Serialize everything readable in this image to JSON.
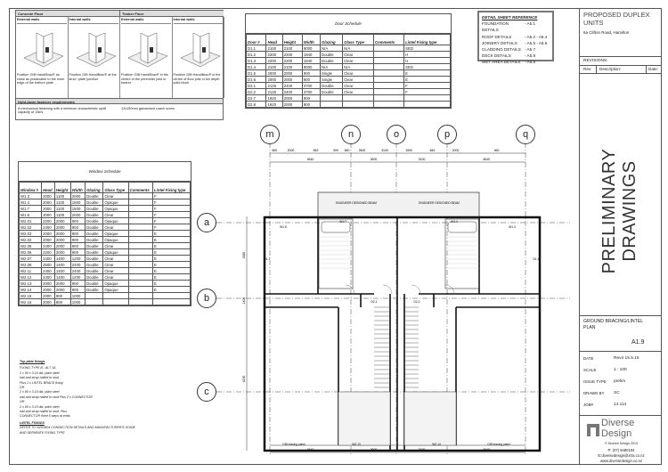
{
  "details": {
    "concrete_floor": "Concrete Floor",
    "timber_floor": "Timber Floor",
    "cols": [
      "External walls",
      "Internal walls",
      "External walls",
      "Internal walls"
    ],
    "captions": [
      "Position GIB HandiBrac® as close as practicable to the inner edge of the bottom plate",
      "Position GIB HandiBrac® at the stud / plate junction",
      "Position GIB HandiBrac® in the centre of the perimeter joist or bearer",
      "Position GIB HandiBrac® in the centre of floor joist or full depth solid block"
    ],
    "holddown_title": "Hold-down fastener requirements",
    "holddown_left": "A mechanical fastening with a minimum characteristic uplift capacity of 15kN.",
    "holddown_right": "12x150mm galvanised coach screw"
  },
  "door_schedule": {
    "title": "Door Schedule",
    "headers": [
      "Door #",
      "Head",
      "Height",
      "Width",
      "Glazing",
      "Glass Type",
      "Comments",
      "Lintel Fixing type"
    ],
    "rows": [
      [
        "D1.1",
        "2100",
        "2100",
        "9000",
        "N/A",
        "N/A",
        "",
        "SED"
      ],
      [
        "D1.2",
        "2200",
        "2200",
        "1840",
        "Double",
        "Clear",
        "",
        "H"
      ],
      [
        "D1.3",
        "2200",
        "2200",
        "1840",
        "Double",
        "Clear",
        "",
        "H"
      ],
      [
        "D1.4",
        "2100",
        "2100",
        "9000",
        "N/A",
        "N/A",
        "",
        "SED"
      ],
      [
        "D1.5",
        "2000",
        "2000",
        "900",
        "Single",
        "Clear",
        "",
        "E"
      ],
      [
        "D1.6",
        "2000",
        "2000",
        "900",
        "Single",
        "Clear",
        "",
        "E"
      ],
      [
        "D2.1",
        "2125",
        "2400",
        "3700",
        "Double",
        "Clear",
        "",
        "F"
      ],
      [
        "D2.2",
        "2125",
        "2400",
        "3700",
        "Double",
        "Clear",
        "",
        "F"
      ],
      [
        "D2.7",
        "1920",
        "2000",
        "900",
        "",
        "",
        "",
        ""
      ],
      [
        "D2.8",
        "1920",
        "2000",
        "900",
        "",
        "",
        "",
        ""
      ]
    ]
  },
  "detail_reference": {
    "title": "DETAIL SHEET REFERENCE",
    "items": [
      [
        "FOUNDATION DETAILS",
        "- A5.1"
      ],
      [
        "ROOF DETAILS",
        "- A5.2 - A5.4"
      ],
      [
        "JOINERY DETAILS",
        "- A5.5 - A5.6"
      ],
      [
        "CLADDING DETAILS",
        "- A5.7"
      ],
      [
        "DECK DETAILS",
        "- A5.8"
      ],
      [
        "WET AREA DETAILS",
        "- A5.8"
      ]
    ]
  },
  "window_schedule": {
    "title": "Window Schedule",
    "headers": [
      "Window #",
      "Head",
      "Height",
      "Width",
      "Glazing",
      "Glass Type",
      "Comments",
      "Lintel Fixing type"
    ],
    "rows": [
      [
        "W1.3",
        "2000",
        "1100",
        "2000",
        "Double",
        "Clear",
        "",
        "F"
      ],
      [
        "W1.4",
        "2000",
        "1100",
        "1500",
        "Double",
        "Opaque",
        "",
        "F"
      ],
      [
        "W1.7",
        "2000",
        "1100",
        "1500",
        "Double",
        "Opaque",
        "",
        "F"
      ],
      [
        "W1.8",
        "2000",
        "1100",
        "2000",
        "Double",
        "Clear",
        "",
        "F"
      ],
      [
        "W2.01",
        "2200",
        "2000",
        "900",
        "Double",
        "Opaque",
        "",
        "F"
      ],
      [
        "W2.02",
        "2400",
        "2000",
        "900",
        "Double",
        "Clear",
        "",
        "F"
      ],
      [
        "W2.03",
        "2000",
        "2000",
        "900",
        "Double",
        "Opaque",
        "",
        "E"
      ],
      [
        "W2.04",
        "2000",
        "2000",
        "900",
        "Double",
        "Opaque",
        "",
        "E"
      ],
      [
        "W2.05",
        "2400",
        "2000",
        "900",
        "Double",
        "Clear",
        "",
        "E"
      ],
      [
        "W2.06",
        "2200",
        "2000",
        "900",
        "Double",
        "Opaque",
        "",
        "E"
      ],
      [
        "W2.07",
        "2400",
        "1400",
        "1200",
        "Double",
        "Clear",
        "",
        "E"
      ],
      [
        "W2.08",
        "2500",
        "1400",
        "2400",
        "Double",
        "Clear",
        "",
        "E"
      ],
      [
        "W2.11",
        "2400",
        "1400",
        "2400",
        "Double",
        "Clear",
        "",
        "E"
      ],
      [
        "W2.12",
        "2400",
        "1400",
        "1200",
        "Double",
        "Clear",
        "",
        "E"
      ],
      [
        "W2.13",
        "2000",
        "2000",
        "900",
        "Double",
        "Opaque",
        "",
        "E"
      ],
      [
        "W2.14",
        "2000",
        "2000",
        "900",
        "Double",
        "Opaque",
        "",
        "E"
      ],
      [
        "W2.15",
        "2000",
        "900",
        "1000",
        "",
        "",
        "",
        ""
      ],
      [
        "W2.16",
        "2000",
        "900",
        "1000",
        "",
        "",
        "",
        ""
      ]
    ]
  },
  "notes": {
    "title": "Top plate fixings",
    "lines": [
      "FIXING TYPE B - ALT 1A",
      "2 x 90 x 3.15 dia. plain steel",
      "nail and strap nailed to stud",
      "Plus 1 x LINTEL BRACE fixing",
      "OR",
      "2 x 90 x 3.15 dia. plain steel",
      "nail and strap nailed to stud Plus 2 x CONNECTOR",
      "OR",
      "2 x 90 x 3.15 dia. plain steel",
      "nail and strap nailed to stud. Plus",
      "CONNECTOR fixed 6 ways at ends"
    ],
    "lintel_title": "LINTEL FIXINGS",
    "lintel_lines": [
      "REFER TO NZS3604 CONNECTION DETAILS AND MANUFACTURER'S GUIDE",
      "AND SEPARATE FIXING TYPE"
    ]
  },
  "plan": {
    "grid_cols": [
      "m",
      "n",
      "o",
      "p",
      "q"
    ],
    "grid_rows": [
      "a",
      "b",
      "c"
    ],
    "dims_top1": [
      "460",
      "2000",
      "845",
      "900",
      "660",
      "2600",
      "3100",
      "1590",
      "845",
      "2000",
      "460"
    ],
    "dims_top2": [
      "4640",
      "2600",
      "3100",
      "4640"
    ],
    "dims_left": [
      "4380",
      "1400",
      "4235"
    ],
    "dims_bottom": [
      "4640",
      "2600",
      "3100",
      "4640"
    ],
    "beam": "ENGINEER DESIGNED BEAM",
    "labels": [
      "W1.7",
      "W1.4",
      "W1.8",
      "W1.3",
      "D1.1",
      "D1.4",
      "D2.1",
      "D2.2",
      "W2.13",
      "W2.14"
    ],
    "bracing": "GIB bracing panel"
  },
  "title_block": {
    "project": "PROPOSED DUPLEX UNITS",
    "address": "6a Clifton Road, Hamilton",
    "revisions": "REVISIONS:",
    "rev_headers": [
      "Rev:",
      "Description:",
      "Date:"
    ],
    "stamp": "PRELIMINARY DRAWINGS",
    "sheet_title": "GROUND BRACING/LINTEL PLAN",
    "sheet_no": "A1.9",
    "meta": [
      [
        "DATE",
        "Rev4 15.5.15"
      ],
      [
        "SCALE",
        "1 : 100"
      ],
      [
        "ISSUE TYPE",
        "prelim"
      ],
      [
        "DRAWN BY",
        "SC"
      ],
      [
        "JOB#",
        "14.114"
      ]
    ],
    "logo": "Diverse Design",
    "copyright": "© Diverse Design 2013",
    "phone": "P: (07) 8480194",
    "email": "E:diversedesign@xtra.co.nz",
    "web": "www.diversedesign.co.nz"
  }
}
